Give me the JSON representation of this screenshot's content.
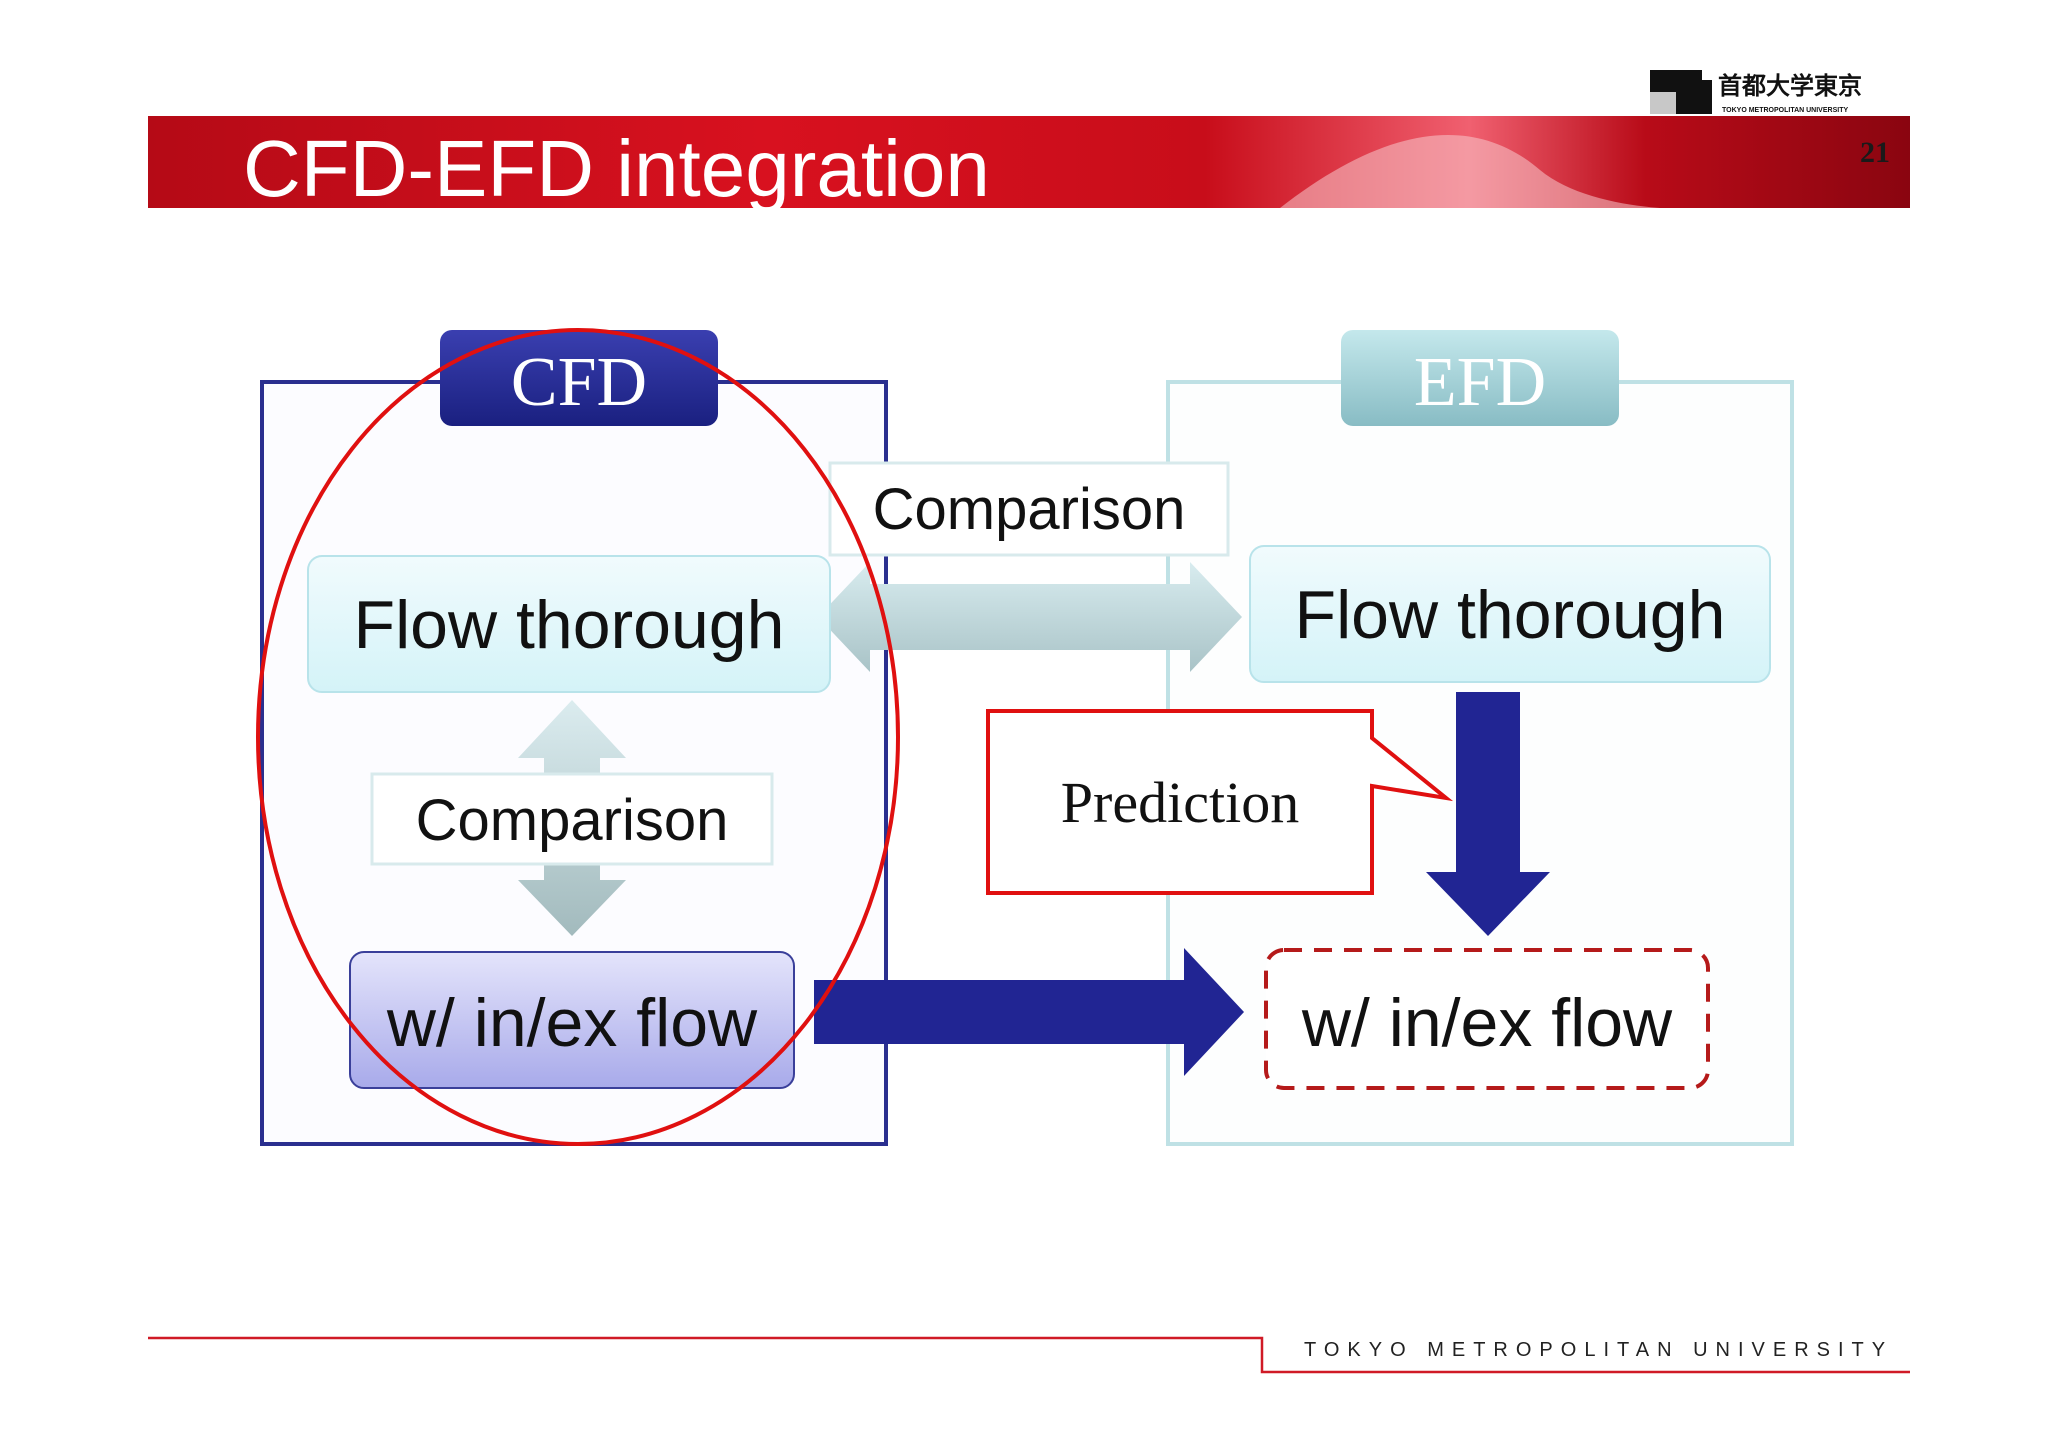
{
  "slide": {
    "title": "CFD-EFD integration",
    "page_number": "21",
    "footer": "TOKYO METROPOLITAN UNIVERSITY"
  },
  "logo": {
    "kanji": "首都大学東京",
    "sub": "TOKYO METROPOLITAN UNIVERSITY"
  },
  "cfd": {
    "header": "CFD",
    "flow_box": "Flow thorough",
    "comparison": "Comparison",
    "inex_box": "w/ in/ex flow"
  },
  "efd": {
    "header": "EFD",
    "flow_box": "Flow thorough",
    "inex_box": "w/ in/ex flow"
  },
  "middle": {
    "comparison": "Comparison",
    "prediction": "Prediction"
  },
  "colors": {
    "title_red": "#c8101e",
    "cfd_navy": "#1f2a8c",
    "efd_teal": "#9fd0d6",
    "highlight_red": "#e01010",
    "arrow_navy": "#212593"
  }
}
